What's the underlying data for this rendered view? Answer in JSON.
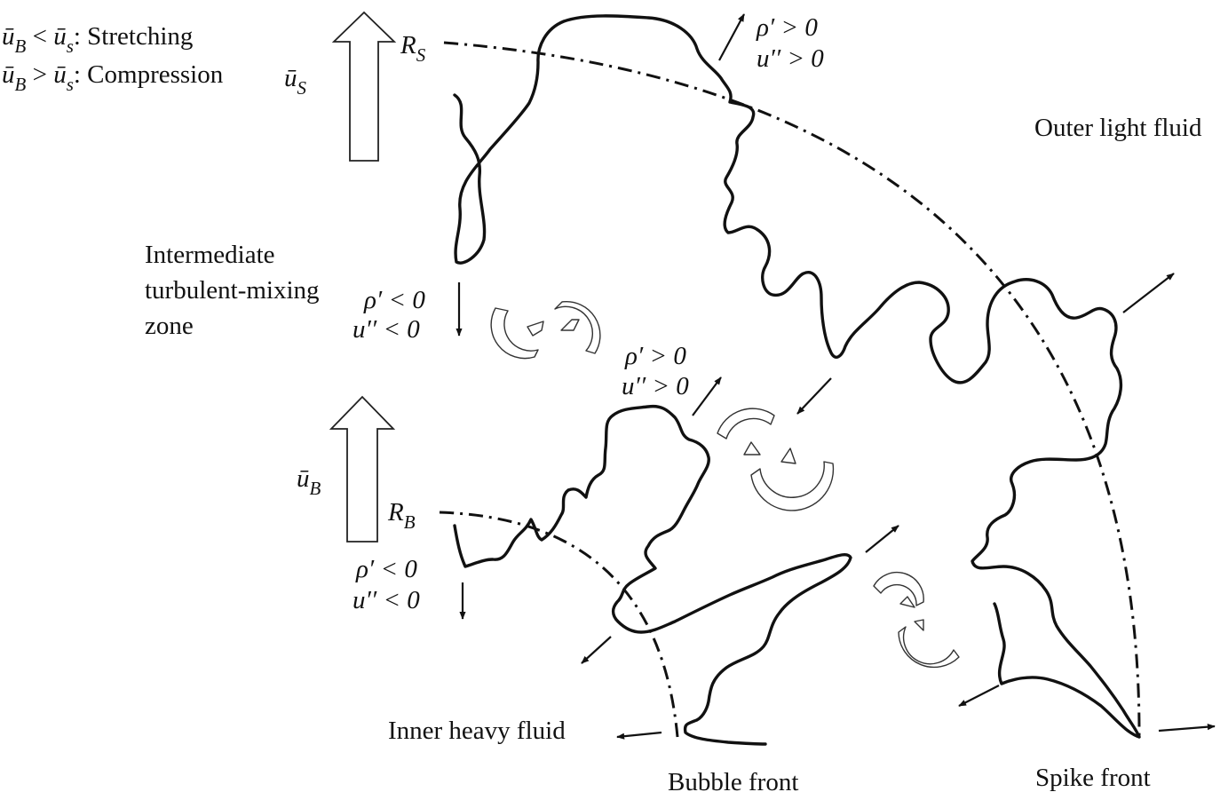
{
  "legend": {
    "stretching": {
      "condition": "ū_B < ū_s",
      "text": ": Stretching"
    },
    "compression": {
      "condition": "ū_B > ū_s",
      "text": ": Compression"
    }
  },
  "symbols": {
    "u_bar": "ū",
    "u_S_sub": "S",
    "u_B_sub": "B",
    "R": "R",
    "R_S_sub": "S",
    "R_B_sub": "B"
  },
  "fluctuations": {
    "rho_pos": "ρ′ > 0",
    "u_pos": "u′′ > 0",
    "rho_neg": "ρ′ < 0",
    "u_neg": "u′′ < 0"
  },
  "regions": {
    "outer": "Outer light fluid",
    "mixing_line1": "Intermediate",
    "mixing_line2": "turbulent-mixing",
    "mixing_line3": "zone",
    "inner": "Inner heavy fluid",
    "bubble_front": "Bubble front",
    "spike_front": "Spike front"
  }
}
